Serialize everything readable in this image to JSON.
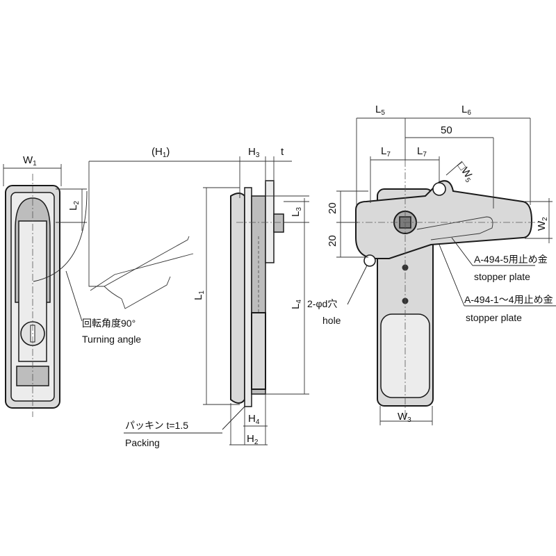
{
  "dimensions": {
    "w1": {
      "main": "W",
      "sub": "1"
    },
    "l2": {
      "main": "L",
      "sub": "2"
    },
    "h1": {
      "main": "(H",
      "sub": "1",
      "tail": ")"
    },
    "h3": {
      "main": "H",
      "sub": "3"
    },
    "t": "t",
    "l3": {
      "main": "L",
      "sub": "3"
    },
    "l1": {
      "main": "L",
      "sub": "1"
    },
    "l4": {
      "main": "L",
      "sub": "4"
    },
    "h4": {
      "main": "H",
      "sub": "4"
    },
    "h2": {
      "main": "H",
      "sub": "2"
    },
    "l5": {
      "main": "L",
      "sub": "5"
    },
    "l6": {
      "main": "L",
      "sub": "6"
    },
    "fifty": "50",
    "l7a": {
      "main": "L",
      "sub": "7"
    },
    "l7b": {
      "main": "L",
      "sub": "7"
    },
    "w5": {
      "main": "□W",
      "sub": "5"
    },
    "twenty_top": "20",
    "twenty_bottom": "20",
    "w2": {
      "main": "W",
      "sub": "2"
    },
    "w3": {
      "main": "W",
      "sub": "3"
    }
  },
  "annotations": {
    "turning_jp": "回転角度90°",
    "turning_en": "Turning angle",
    "packing_jp": "パッキン t=1.5",
    "packing_en": "Packing",
    "stopper5_jp": "A-494-5用止め金",
    "stopper5_en": "stopper plate",
    "stopper14_jp": "A-494-1～4用止め金",
    "stopper14_en": "stopper plate",
    "hole_jp": "2-φd穴",
    "hole_en": "hole"
  }
}
